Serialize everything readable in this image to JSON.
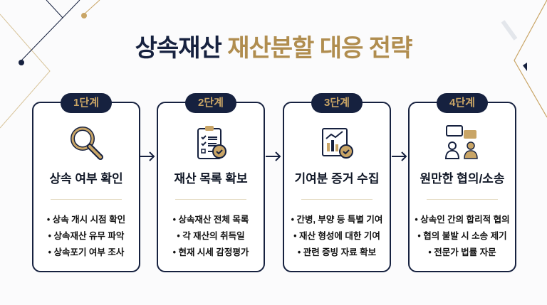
{
  "title": {
    "part1": "상속재산",
    "part2": "재산분할 대응 전략"
  },
  "colors": {
    "navy": "#16213f",
    "gold": "#b08d4f"
  },
  "steps": [
    {
      "badge": "1단계",
      "icon": "magnifier-icon",
      "title": "상속 여부 확인",
      "items": [
        "• 상속 개시 시점 확인",
        "• 상속재산 유무 파악",
        "• 상속포기 여부 조사"
      ]
    },
    {
      "badge": "2단계",
      "icon": "clipboard-checklist-icon",
      "title": "재산 목록 확보",
      "items": [
        "• 상속재산 전체 목록",
        "• 각 재산의 취득일",
        "• 현재 시세 감정평가"
      ]
    },
    {
      "badge": "3단계",
      "icon": "chart-document-icon",
      "title": "기여분 증거 수집",
      "items": [
        "• 간병, 부양 등 특별 기여",
        "• 재산 형성에 대한 기여",
        "• 관련 증빙 자료 확보"
      ]
    },
    {
      "badge": "4단계",
      "icon": "people-discussion-icon",
      "title": "원만한 협의/소송",
      "items": [
        "• 상속인 간의 합리적 협의",
        "• 협의 불발 시 소송 제기",
        "• 전문가 법률 자문"
      ]
    }
  ]
}
